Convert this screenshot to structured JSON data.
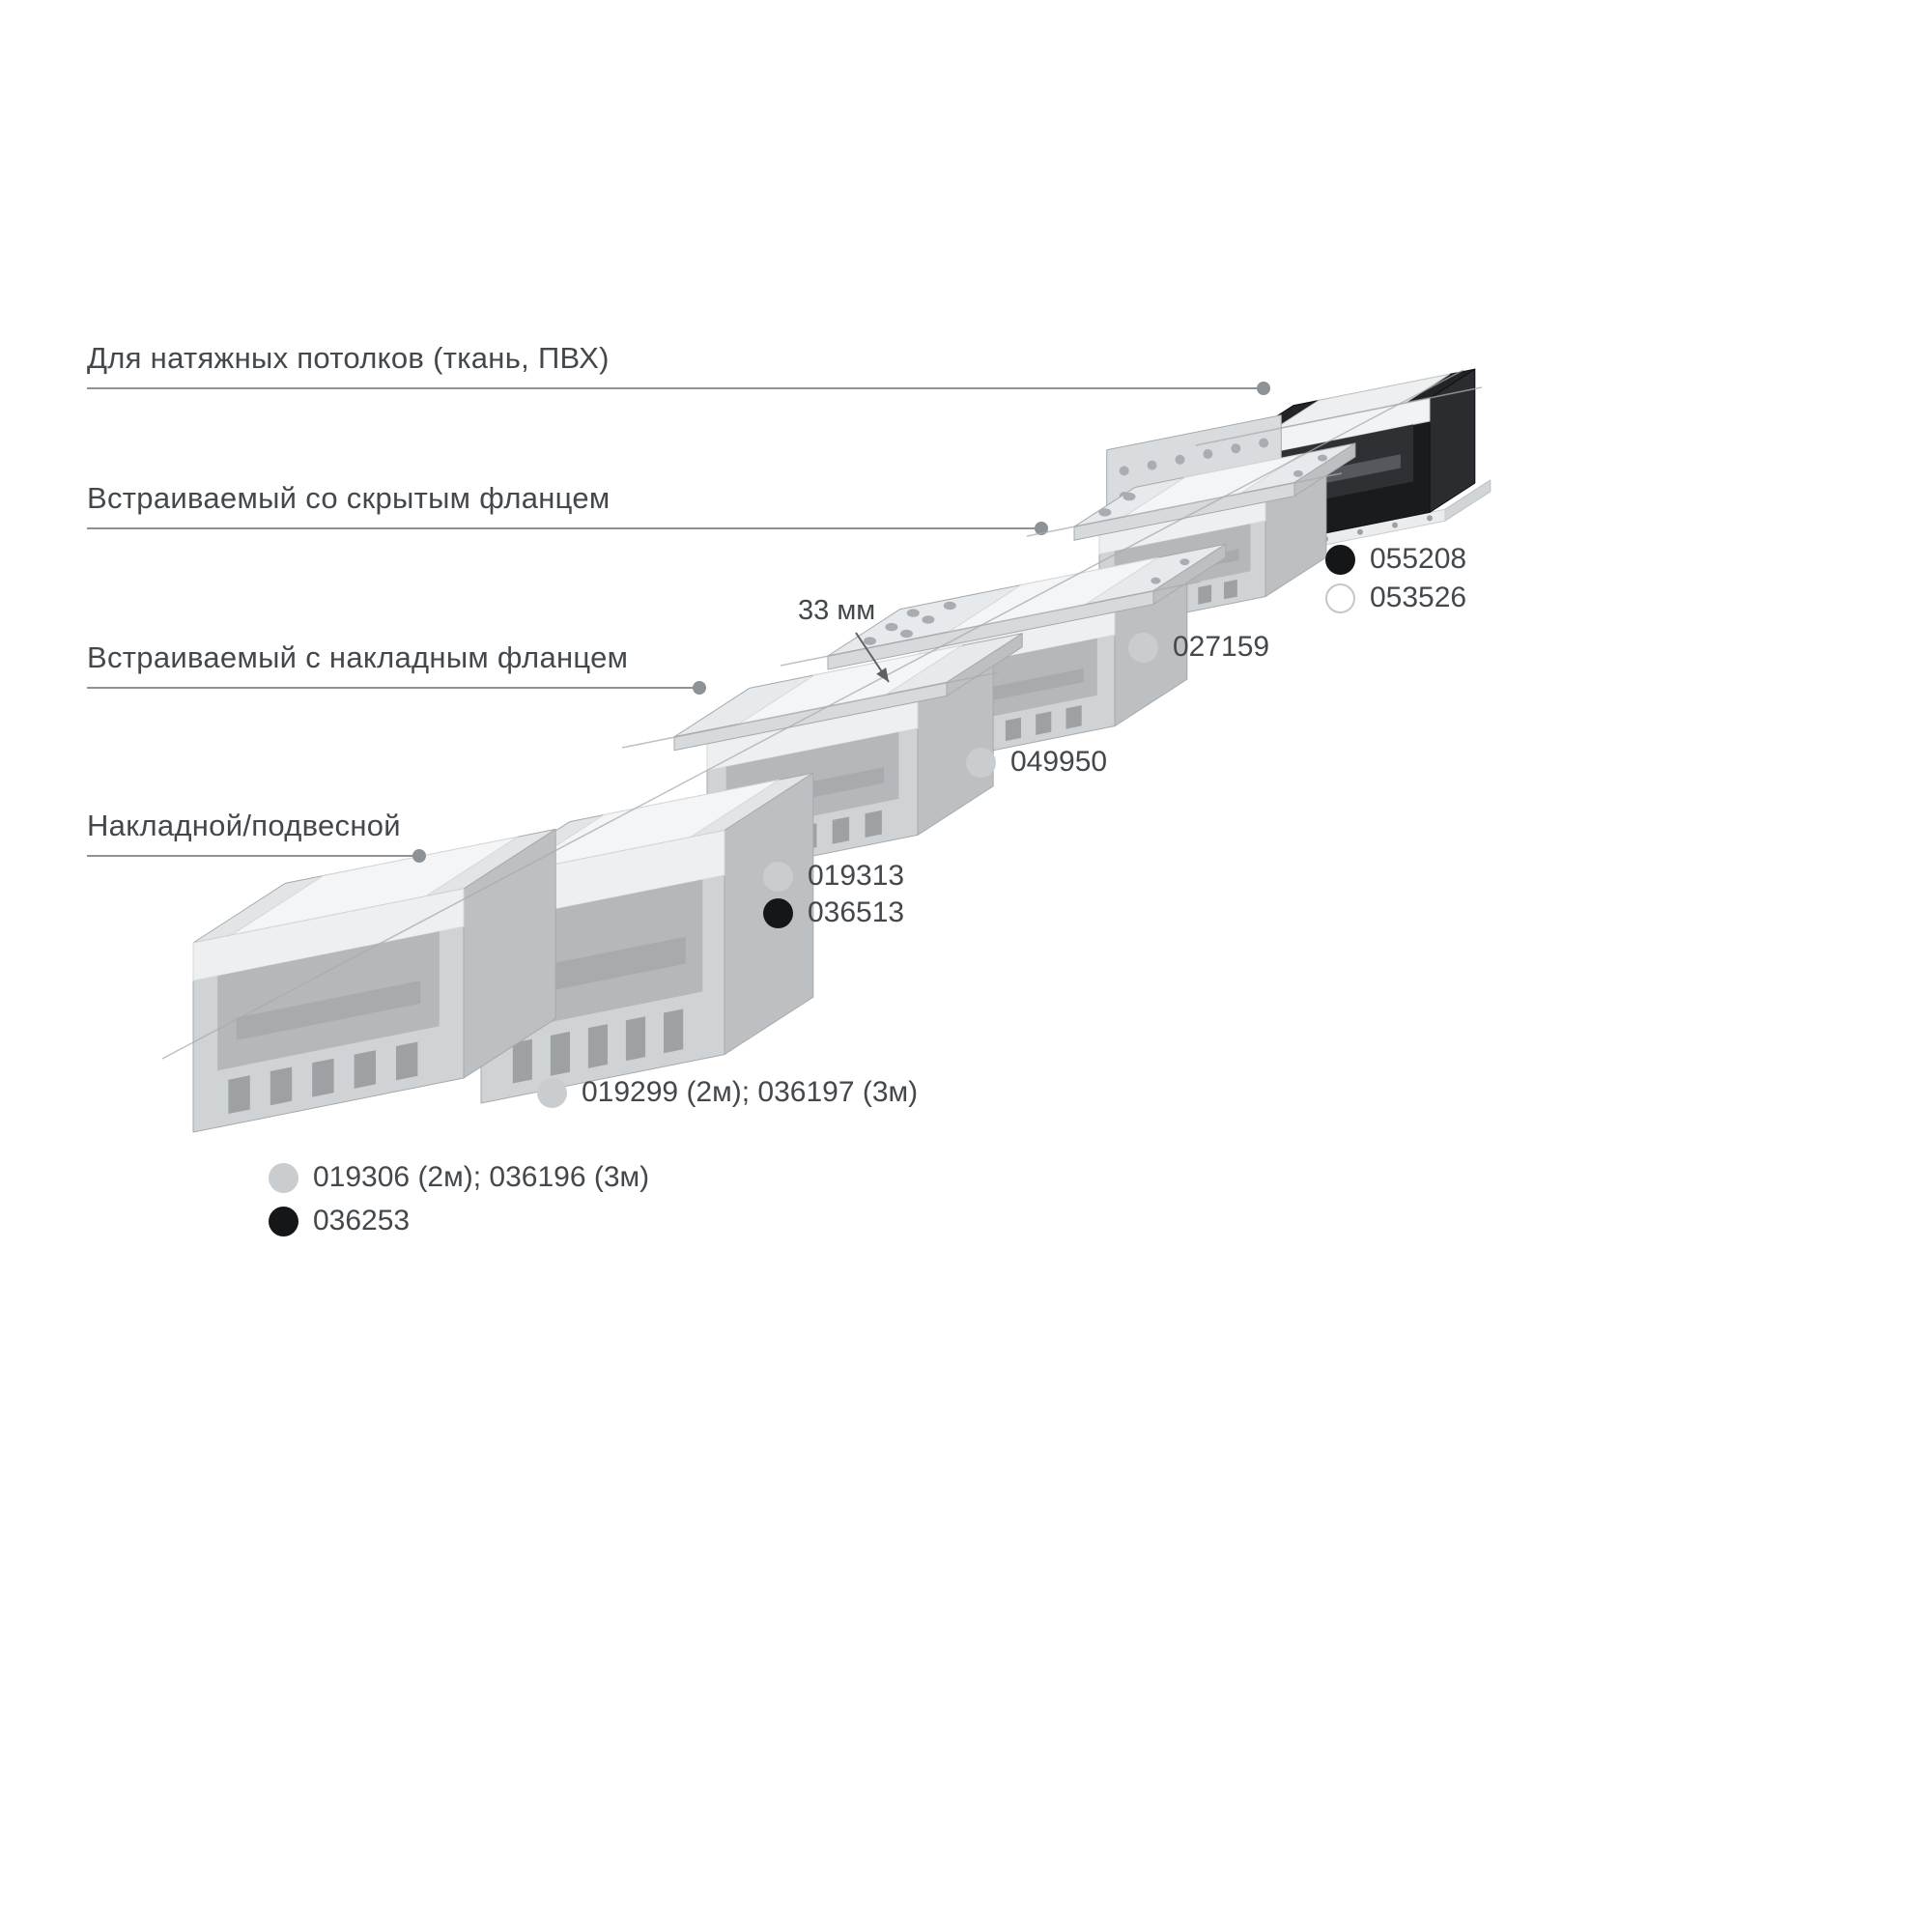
{
  "page": {
    "background": "#ffffff"
  },
  "categories": [
    {
      "id": "stretch-ceilings",
      "label": "Для натяжных потолков (ткань, ПВХ)"
    },
    {
      "id": "recessed-hidden-flange",
      "label": "Встраиваемый со скрытым фланцем"
    },
    {
      "id": "recessed-surface-flange",
      "label": "Встраиваемый с накладным фланцем"
    },
    {
      "id": "surface-suspended",
      "label": "Накладной/подвесной"
    }
  ],
  "dimension_label": "33 мм",
  "marker_colors": {
    "gray": "#c9cdcf",
    "black": "#151617",
    "white": "#ffffff"
  },
  "products": [
    {
      "id": "profile-surface-large",
      "codes": [
        {
          "text": "019306 (2м); 036196 (3м)",
          "marker": "gray"
        },
        {
          "text": "036253",
          "marker": "black"
        }
      ]
    },
    {
      "id": "profile-surface-tall",
      "codes": [
        {
          "text": "019299 (2м); 036197 (3м)",
          "marker": "gray"
        }
      ]
    },
    {
      "id": "profile-recessed-surface-flange",
      "codes": [
        {
          "text": "019313",
          "marker": "gray"
        },
        {
          "text": "036513",
          "marker": "black"
        }
      ]
    },
    {
      "id": "profile-recessed-hidden-flange",
      "codes": [
        {
          "text": "049950",
          "marker": "gray"
        }
      ]
    },
    {
      "id": "profile-recessed-deep-hidden-flange",
      "codes": [
        {
          "text": "027159",
          "marker": "gray"
        }
      ]
    },
    {
      "id": "profile-stretch-ceiling",
      "codes": [
        {
          "text": "055208",
          "marker": "black"
        },
        {
          "text": "053526",
          "marker": "white"
        }
      ]
    }
  ]
}
